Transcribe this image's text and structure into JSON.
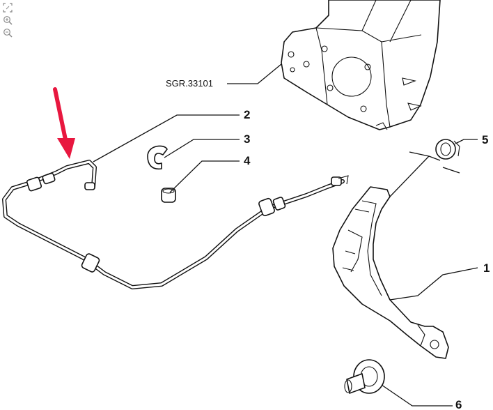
{
  "toolbar": {
    "tools": [
      {
        "name": "fit-page-icon"
      },
      {
        "name": "zoom-in-icon"
      },
      {
        "name": "zoom-out-icon"
      }
    ]
  },
  "diagram": {
    "reference_label": "SGR.33101",
    "callouts": [
      "1",
      "2",
      "3",
      "4",
      "5",
      "6"
    ],
    "highlight_color": "#e8173f"
  }
}
